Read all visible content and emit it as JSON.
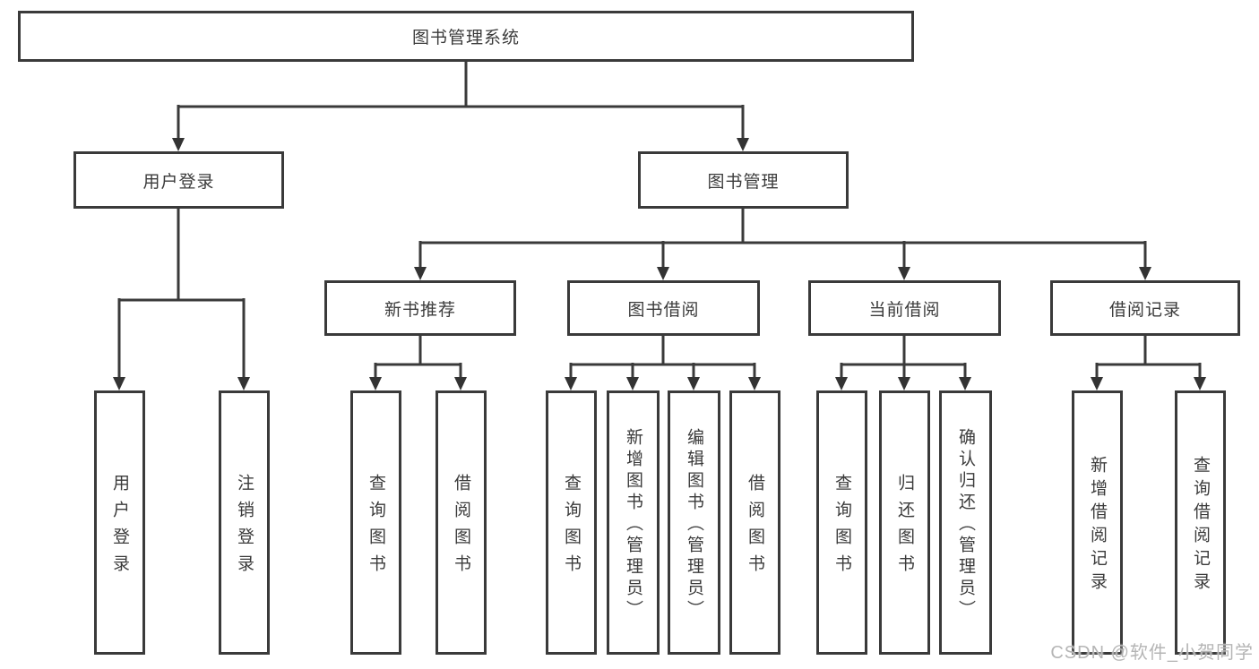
{
  "diagram_title": "图书管理系统",
  "tree": {
    "root": "图书管理系统",
    "level2": [
      {
        "label": "用户登录",
        "children": [
          "用户登录",
          "注销登录"
        ]
      },
      {
        "label": "图书管理",
        "groups": [
          {
            "label": "新书推荐",
            "children": [
              "查询图书",
              "借阅图书"
            ]
          },
          {
            "label": "图书借阅",
            "children": [
              "查询图书",
              "新增图书（管理员）",
              "编辑图书（管理员）",
              "借阅图书"
            ]
          },
          {
            "label": "当前借阅",
            "children": [
              "查询图书",
              "归还图书",
              "确认归还（管理员）"
            ]
          },
          {
            "label": "借阅记录",
            "children": [
              "新增借阅记录",
              "查询借阅记录"
            ]
          }
        ]
      }
    ]
  },
  "watermark": "CSDN @软件_小贺同学",
  "colors": {
    "line": "#3a3a3a",
    "box_border": "#3a3a3a",
    "box_background": "#ffffff",
    "text": "#3b3b3b",
    "watermark": "#b5b5b5",
    "page_background": "#ffffff"
  }
}
